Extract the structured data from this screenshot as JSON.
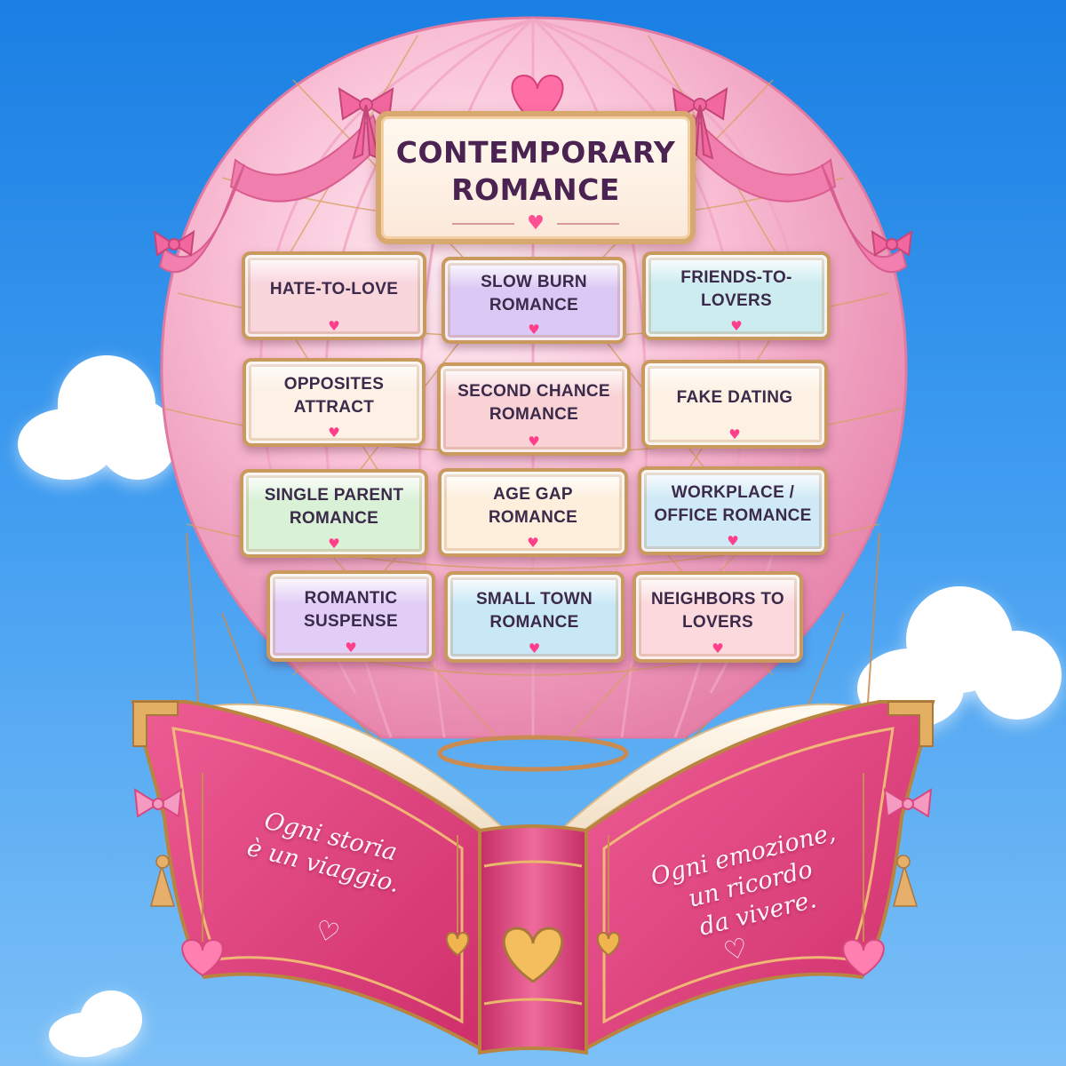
{
  "title": "CONTEMPORARY\nROMANCE",
  "tropes": [
    {
      "label": "HATE-TO-LOVE",
      "color": "#f9d5dc"
    },
    {
      "label": "SLOW BURN\nROMANCE",
      "color": "#dcc8f5"
    },
    {
      "label": "FRIENDS-TO-\nLOVERS",
      "color": "#cdecf0"
    },
    {
      "label": "OPPOSITES\nATTRACT",
      "color": "#fdf0e4"
    },
    {
      "label": "SECOND CHANCE\nROMANCE",
      "color": "#f9d2d5"
    },
    {
      "label": "FAKE DATING",
      "color": "#fdf1e3"
    },
    {
      "label": "SINGLE PARENT\nROMANCE",
      "color": "#d9f1d6"
    },
    {
      "label": "AGE GAP\nROMANCE",
      "color": "#fdefdc"
    },
    {
      "label": "WORKPLACE /\nOFFICE ROMANCE",
      "color": "#cfe9f6"
    },
    {
      "label": "ROMANTIC\nSUSPENSE",
      "color": "#e2cdf6"
    },
    {
      "label": "SMALL TOWN\nROMANCE",
      "color": "#c9e8f6"
    },
    {
      "label": "NEIGHBORS TO\nLOVERS",
      "color": "#fbd9dc"
    }
  ],
  "book": {
    "left_text": "Ogni storia\nè un viaggio.",
    "right_text": "Ogni emozione,\nun ricordo\nda vivere."
  },
  "colors": {
    "sky_top": "#1a7fe3",
    "balloon_pink": "#f6a8c6",
    "book_pink": "#e0457f",
    "gold": "#d8a96f"
  },
  "icons": [
    "heart-icon",
    "bow-icon",
    "tassel-icon",
    "cloud-icon"
  ]
}
